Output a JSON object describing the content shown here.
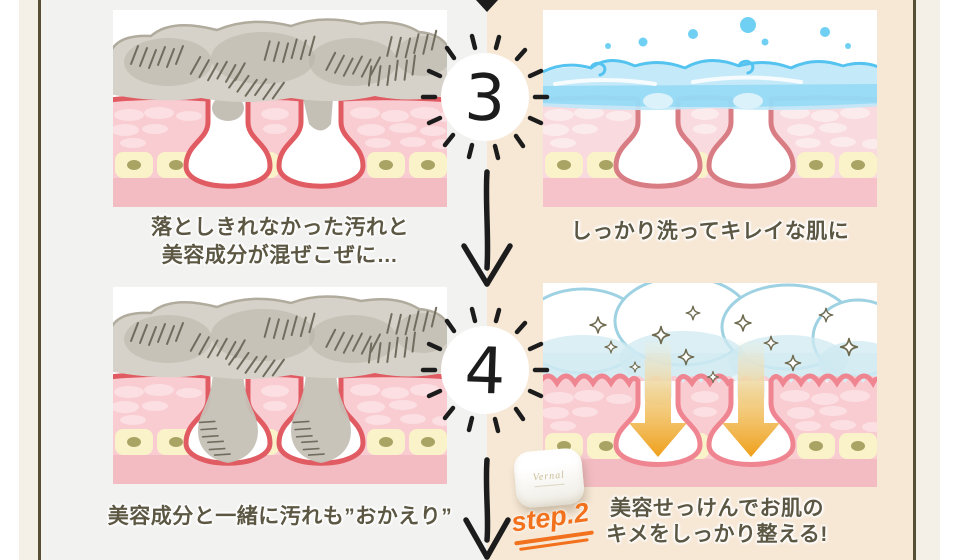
{
  "colors": {
    "white": "#ffffff",
    "frame_cream": "#f4f0e8",
    "frame_line": "#564e35",
    "left_bg": "#f2f2f1",
    "right_bg": "#f7e8d6",
    "ink": "#1c1c1c",
    "text_dark": "#5c5743",
    "accent_orange": "#f2711c",
    "skin_pink": "#f8ccd1",
    "skin_blob": "#fbdfe2",
    "skin_outline": "#e15b62",
    "skin_pink_light": "#f9dade",
    "skin_blob_light": "#fcebed",
    "skin_outline_soft": "#d97d85",
    "skin_outline_bright": "#ef8591",
    "skin_deep": "#f3bcc2",
    "skin_deep_light": "#f5c3c9",
    "fat_yellow": "#faf2c8",
    "nucleus_olive": "#a9a464",
    "dirt_fill": "#d6d2c9",
    "dirt_dark": "#bab5a9",
    "dirt_edge": "#b1ab9d",
    "scribble": "#716c5e",
    "water_fill": "#bfe7f8",
    "water_deep": "#6fd0f4",
    "water_outline": "#54c3ef",
    "foam_outline": "#9ed2e3",
    "foam_shade": "#cfe9f2",
    "sparkle": "#6e6a50",
    "arrow_orange": "#efa21f",
    "arrow_orange_pale": "#f8ecc8",
    "soap_text": "#c9bd96"
  },
  "steps": [
    {
      "number": "3",
      "left_caption_lines": [
        "落としきれなかった汚れと",
        "美容成分が混ぜこぜに…"
      ],
      "right_caption_lines": [
        "しっかり洗ってキレイな肌に"
      ]
    },
    {
      "number": "4",
      "left_caption_lines": [
        "美容成分と一緒に汚れも”おかえり”"
      ],
      "right_caption_lines": [
        "美容せっけんでお肌の",
        "キメをしっかり整える!"
      ]
    }
  ],
  "step_badge": {
    "label": "step.2"
  },
  "soap": {
    "brand": "Vernal"
  },
  "icons": {
    "down_arrow_icon": "↓",
    "sparkle_icon": "✧",
    "number_burst_badge": "sunburst-circle"
  }
}
